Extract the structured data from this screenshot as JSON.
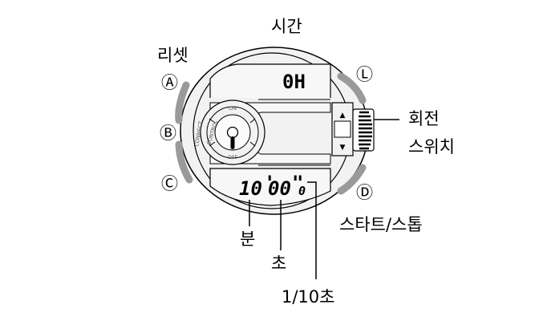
{
  "labels": {
    "time": "시간",
    "reset": "리셋",
    "rotary_switch_line1": "회전",
    "rotary_switch_line2": "스위치",
    "start_stop": "스타트/스톱",
    "minutes": "분",
    "seconds": "초",
    "tenth_seconds": "1/10초"
  },
  "buttons": {
    "a": "Ⓐ",
    "b": "Ⓑ",
    "c": "Ⓒ",
    "d": "Ⓓ",
    "l": "Ⓛ"
  },
  "display": {
    "top_value": "0H",
    "bottom_value": "10'00\"0"
  },
  "bezel_text": {
    "connect": "CONNECT",
    "control": "CONTROL",
    "on": "ON",
    "off": "OFF"
  },
  "switch_arrows": {
    "up": "▲",
    "down": "▼"
  }
}
